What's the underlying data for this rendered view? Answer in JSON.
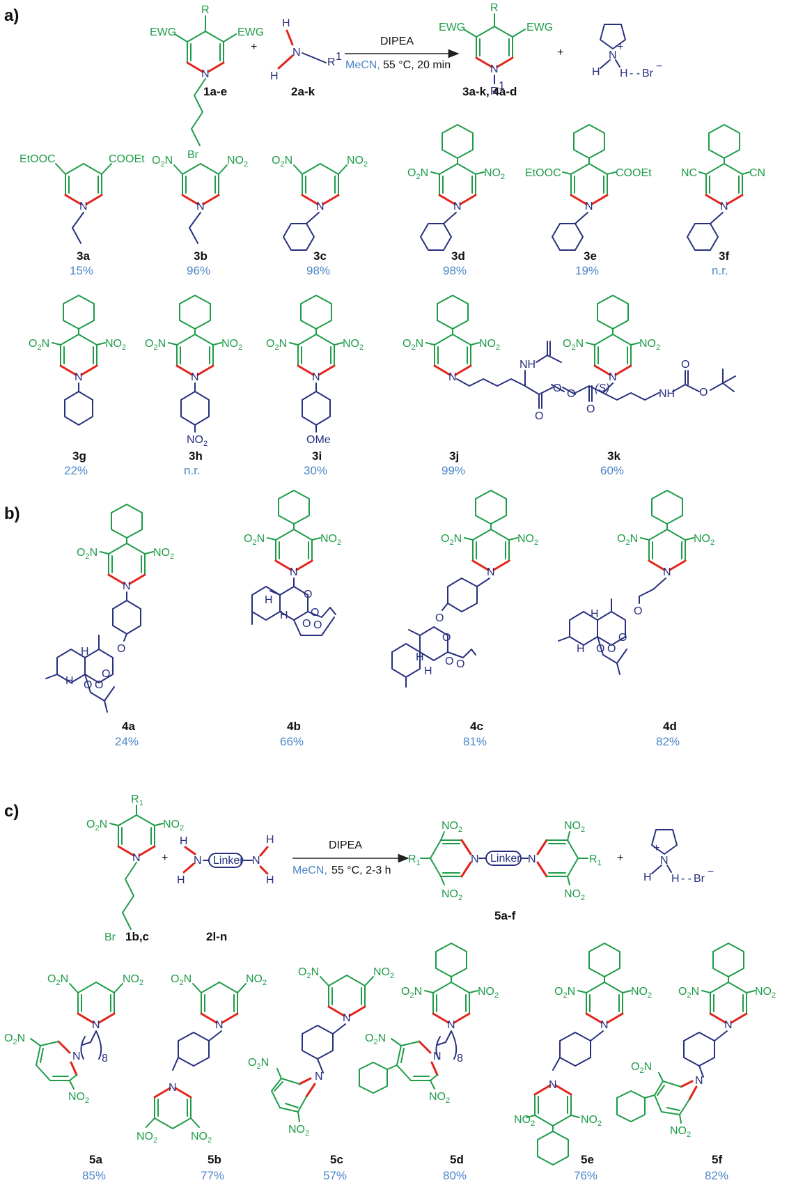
{
  "panels": [
    "a)",
    "b)",
    "c)"
  ],
  "reaction_a": {
    "reagent": "DIPEA",
    "solvent": "MeCN,",
    "conditions": "55 °C, 20 min",
    "substrate1": "1a-e",
    "substrate2": "2a-k",
    "product": "3a-k, 4a-d",
    "plus": "+"
  },
  "reaction_c": {
    "reagent": "DIPEA",
    "solvent": "MeCN,",
    "conditions": "55 °C, 2-3 h",
    "substrate1": "1b,c",
    "substrate2": "2l-n",
    "product": "5a-f",
    "linker": "Linker",
    "plus": "+"
  },
  "atoms": {
    "EWG": "EWG",
    "R": "R",
    "R1": "R",
    "sup1": "1",
    "N": "N",
    "H": "H",
    "Br": "Br",
    "BrMinus": "Br",
    "minus": "−",
    "plus": "+",
    "no2_O": "O",
    "no2_N": "N",
    "no2_NO": "NO",
    "sub2": "2",
    "COOEt": "COOEt",
    "EtOOC": "EtOOC",
    "CN": "CN",
    "NC": "NC",
    "OMe": "OMe",
    "O": "O",
    "NH": "NH",
    "S": "(S)",
    "n8": "8",
    "R_1": "R",
    "sub1": "1"
  },
  "compounds_a": [
    {
      "label": "3a",
      "yield": "15%"
    },
    {
      "label": "3b",
      "yield": "96%"
    },
    {
      "label": "3c",
      "yield": "98%"
    },
    {
      "label": "3d",
      "yield": "98%"
    },
    {
      "label": "3e",
      "yield": "19%"
    },
    {
      "label": "3f",
      "yield": "n.r."
    },
    {
      "label": "3g",
      "yield": "22%"
    },
    {
      "label": "3h",
      "yield": "n.r."
    },
    {
      "label": "3i",
      "yield": "30%"
    },
    {
      "label": "3j",
      "yield": "99%"
    },
    {
      "label": "3k",
      "yield": "60%"
    }
  ],
  "compounds_b": [
    {
      "label": "4a",
      "yield": "24%"
    },
    {
      "label": "4b",
      "yield": "66%"
    },
    {
      "label": "4c",
      "yield": "81%"
    },
    {
      "label": "4d",
      "yield": "82%"
    }
  ],
  "compounds_c": [
    {
      "label": "5a",
      "yield": "85%"
    },
    {
      "label": "5b",
      "yield": "77%"
    },
    {
      "label": "5c",
      "yield": "57%"
    },
    {
      "label": "5d",
      "yield": "80%"
    },
    {
      "label": "5e",
      "yield": "76%"
    },
    {
      "label": "5f",
      "yield": "82%"
    }
  ]
}
